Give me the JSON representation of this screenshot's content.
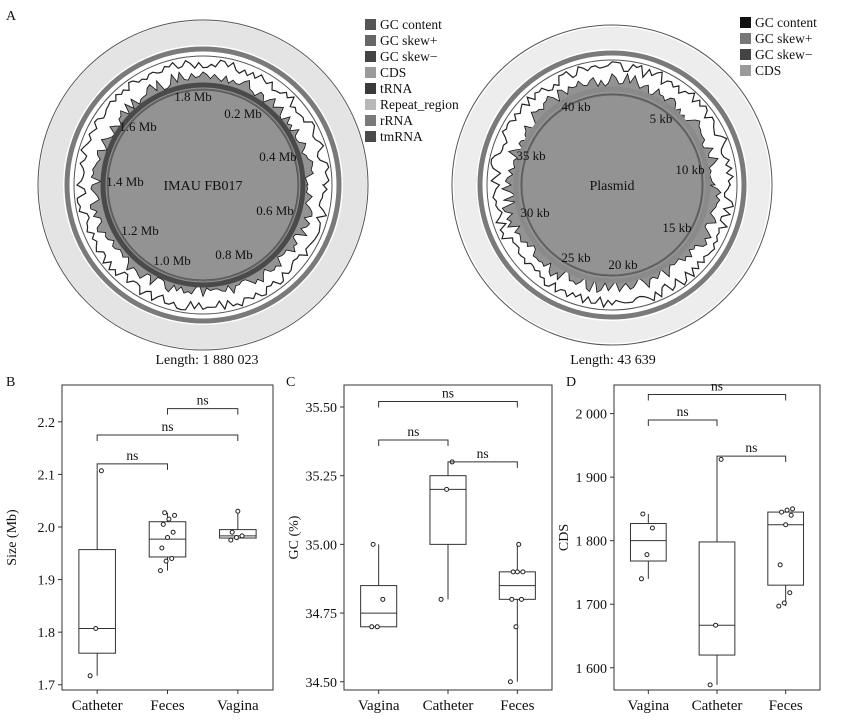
{
  "panels": {
    "a": {
      "letter": "A",
      "chromosome": {
        "name": "IMAU FB017",
        "length_label": "Length: 1 880 023",
        "tick_labels": [
          "0.2 Mb",
          "0.4 Mb",
          "0.6 Mb",
          "0.8 Mb",
          "1.0 Mb",
          "1.2 Mb",
          "1.4 Mb",
          "1.6 Mb",
          "1.8 Mb"
        ],
        "legend": [
          "GC content",
          "GC skew+",
          "GC skew−",
          "CDS",
          "tRNA",
          "Repeat_region",
          "rRNA",
          "tmRNA"
        ],
        "legend_colors": [
          "#555555",
          "#666666",
          "#444444",
          "#9a9a9a",
          "#3a3a3a",
          "#b8b8b8",
          "#7a7a7a",
          "#4a4a4a"
        ]
      },
      "plasmid": {
        "name": "Plasmid",
        "length_label": "Length: 43 639",
        "tick_labels": [
          "5 kb",
          "10 kb",
          "15 kb",
          "20 kb",
          "25 kb",
          "30 kb",
          "35 kb",
          "40 kb"
        ],
        "legend": [
          "GC content",
          "GC skew+",
          "GC skew−",
          "CDS"
        ],
        "legend_colors": [
          "#111111",
          "#777777",
          "#444444",
          "#9a9a9a"
        ]
      }
    },
    "b": {
      "letter": "B"
    },
    "c": {
      "letter": "C"
    },
    "d": {
      "letter": "D"
    }
  },
  "chart_data": [
    {
      "panel": "B",
      "type": "box",
      "ylabel": "Size (Mb)",
      "categories": [
        "Catheter",
        "Feces",
        "Vagina"
      ],
      "ylim": [
        1.69,
        2.27
      ],
      "yticks": [
        1.7,
        1.8,
        1.9,
        2.0,
        2.1,
        2.2
      ],
      "ytick_labels": [
        "1.7",
        "1.8",
        "1.9",
        "2.0",
        "2.1",
        "2.2"
      ],
      "boxes": [
        {
          "q1": 1.76,
          "median": 1.807,
          "q3": 1.957,
          "whisker_low": 1.717,
          "whisker_high": 2.108
        },
        {
          "q1": 1.943,
          "median": 1.977,
          "q3": 2.01,
          "whisker_low": 1.917,
          "whisker_high": 2.027
        },
        {
          "q1": 1.979,
          "median": 1.983,
          "q3": 1.995,
          "whisker_low": 1.975,
          "whisker_high": 2.03
        }
      ],
      "points": [
        [
          1.717,
          1.807,
          2.107
        ],
        [
          1.917,
          1.935,
          1.94,
          1.96,
          1.98,
          1.99,
          2.005,
          2.015,
          2.022,
          2.027
        ],
        [
          1.975,
          1.98,
          1.983,
          1.99,
          2.03
        ]
      ],
      "comparisons": [
        {
          "a": 0,
          "b": 1,
          "y": 2.12,
          "label": "ns"
        },
        {
          "a": 0,
          "b": 2,
          "y": 2.175,
          "label": "ns"
        },
        {
          "a": 1,
          "b": 2,
          "y": 2.225,
          "label": "ns"
        }
      ]
    },
    {
      "panel": "C",
      "type": "box",
      "ylabel": "GC (%)",
      "categories": [
        "Vagina",
        "Catheter",
        "Feces"
      ],
      "ylim": [
        34.47,
        35.58
      ],
      "yticks": [
        34.5,
        34.75,
        35.0,
        35.25,
        35.5
      ],
      "ytick_labels": [
        "34.50",
        "34.75",
        "35.00",
        "35.25",
        "35.50"
      ],
      "boxes": [
        {
          "q1": 34.7,
          "median": 34.75,
          "q3": 34.85,
          "whisker_low": 34.7,
          "whisker_high": 35.0
        },
        {
          "q1": 35.0,
          "median": 35.2,
          "q3": 35.25,
          "whisker_low": 34.8,
          "whisker_high": 35.3
        },
        {
          "q1": 34.8,
          "median": 34.85,
          "q3": 34.9,
          "whisker_low": 34.5,
          "whisker_high": 35.0
        }
      ],
      "points": [
        [
          34.7,
          34.7,
          34.8,
          35.0
        ],
        [
          34.8,
          35.2,
          35.3
        ],
        [
          34.5,
          34.7,
          34.8,
          34.8,
          34.9,
          34.9,
          34.9,
          35.0
        ]
      ],
      "comparisons": [
        {
          "a": 0,
          "b": 1,
          "y": 35.38,
          "label": "ns"
        },
        {
          "a": 1,
          "b": 2,
          "y": 35.3,
          "label": "ns"
        },
        {
          "a": 0,
          "b": 2,
          "y": 35.52,
          "label": "ns"
        }
      ]
    },
    {
      "panel": "D",
      "type": "box",
      "ylabel": "CDS",
      "categories": [
        "Vagina",
        "Catheter",
        "Feces"
      ],
      "ylim": [
        1565,
        2045
      ],
      "yticks": [
        1600,
        1700,
        1800,
        1900,
        2000
      ],
      "ytick_labels": [
        "1 600",
        "1 700",
        "1 800",
        "1 900",
        "2 000"
      ],
      "boxes": [
        {
          "q1": 1768,
          "median": 1800,
          "q3": 1827,
          "whisker_low": 1740,
          "whisker_high": 1842
        },
        {
          "q1": 1620,
          "median": 1667,
          "q3": 1798,
          "whisker_low": 1573,
          "whisker_high": 1928
        },
        {
          "q1": 1730,
          "median": 1825,
          "q3": 1845,
          "whisker_low": 1697,
          "whisker_high": 1850
        }
      ],
      "points": [
        [
          1740,
          1778,
          1820,
          1842
        ],
        [
          1573,
          1667,
          1928
        ],
        [
          1697,
          1702,
          1718,
          1762,
          1825,
          1840,
          1845,
          1848,
          1850
        ]
      ],
      "comparisons": [
        {
          "a": 0,
          "b": 1,
          "y": 1990,
          "label": "ns"
        },
        {
          "a": 1,
          "b": 2,
          "y": 1933,
          "label": "ns"
        },
        {
          "a": 0,
          "b": 2,
          "y": 2030,
          "label": "ns"
        }
      ]
    }
  ]
}
